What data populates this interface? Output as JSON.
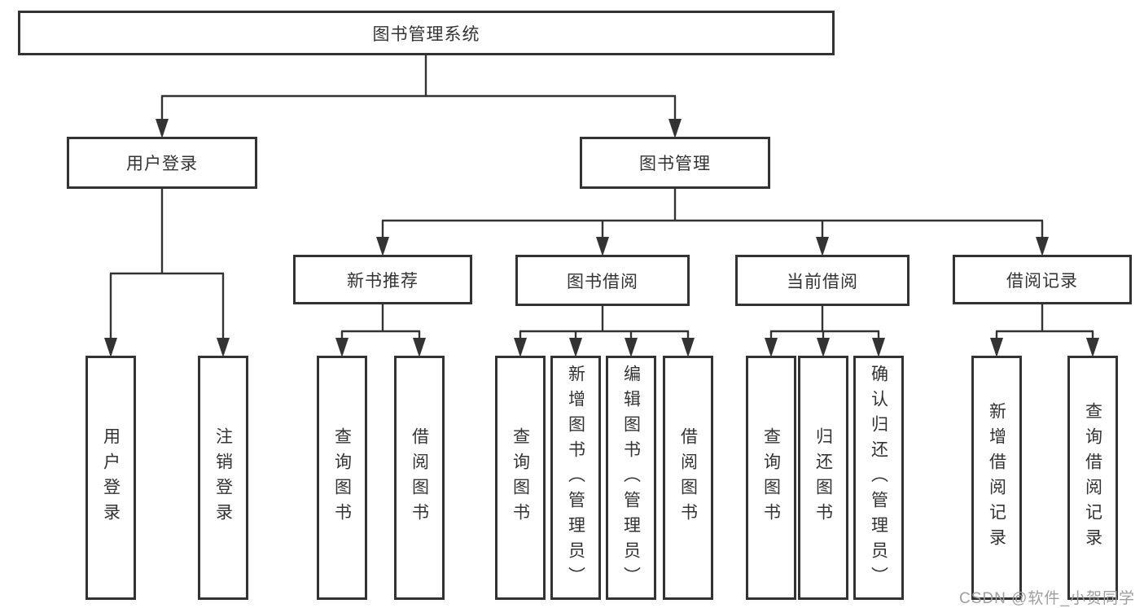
{
  "diagram": {
    "title": "图书管理系统",
    "level1": {
      "user_login": "用户登录",
      "book_mgmt": "图书管理"
    },
    "level2": {
      "new_books": "新书推荐",
      "book_borrow": "图书借阅",
      "current_borrow": "当前借阅",
      "borrow_records": "借阅记录"
    },
    "leaves": {
      "login": [
        "用户登录",
        "注销登录"
      ],
      "new_books": [
        "查询图书",
        "借阅图书"
      ],
      "book_borrow": [
        "查询图书",
        "新增图书（管理员）",
        "编辑图书（管理员）",
        "借阅图书"
      ],
      "current_borrow": [
        "查询图书",
        "归还图书",
        "确认归还（管理员）"
      ],
      "borrow_records": [
        "新增借阅记录",
        "查询借阅记录"
      ]
    }
  },
  "watermark": "CSDN @软件_小贺同学",
  "colors": {
    "line": "#333333",
    "text": "#333333",
    "watermark": "#9e9e9e",
    "background": "#ffffff"
  }
}
